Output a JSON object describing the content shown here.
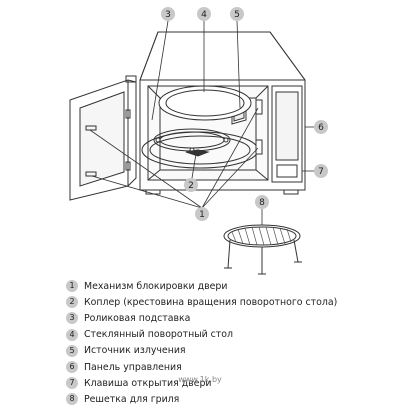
{
  "callouts": [
    {
      "number": "1"
    },
    {
      "number": "2"
    },
    {
      "number": "3"
    },
    {
      "number": "4"
    },
    {
      "number": "5"
    },
    {
      "number": "6"
    },
    {
      "number": "7"
    },
    {
      "number": "8"
    }
  ],
  "legend": [
    {
      "number": "1",
      "text": "Механизм блокировки двери"
    },
    {
      "number": "2",
      "text": "Коплер (крестовина вращения поворотного стола)"
    },
    {
      "number": "3",
      "text": "Роликовая подставка"
    },
    {
      "number": "4",
      "text": "Стеклянный поворотный стол"
    },
    {
      "number": "5",
      "text": "Источник излучения"
    },
    {
      "number": "6",
      "text": "Панель управления"
    },
    {
      "number": "7",
      "text": "Клавиша открытия двери"
    },
    {
      "number": "8",
      "text": "Решетка для гриля"
    }
  ],
  "watermark": "www.1k.by"
}
